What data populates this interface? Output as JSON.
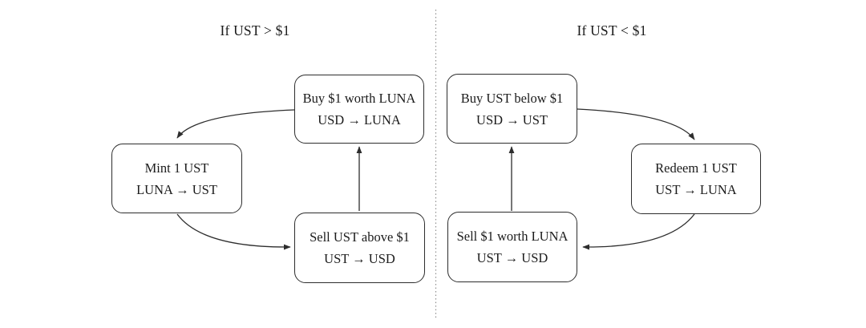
{
  "colors": {
    "background": "#ffffff",
    "box_border": "#2d2d2d",
    "text": "#1b1b1b",
    "arrow": "#2d2d2d",
    "divider": "#909090"
  },
  "left_panel": {
    "title": "If UST > $1",
    "boxes": [
      {
        "id": "buy-luna",
        "line1": "Buy $1 worth LUNA",
        "line2": "USD → LUNA"
      },
      {
        "id": "mint-ust",
        "line1": "Mint 1 UST",
        "line2": "LUNA → UST"
      },
      {
        "id": "sell-ust",
        "line1": "Sell UST above $1",
        "line2": "UST → USD"
      }
    ],
    "flows": [
      {
        "from": "buy-luna",
        "to": "mint-ust"
      },
      {
        "from": "mint-ust",
        "to": "sell-ust"
      },
      {
        "from": "sell-ust",
        "to": "buy-luna"
      }
    ]
  },
  "right_panel": {
    "title": "If UST < $1",
    "boxes": [
      {
        "id": "buy-ust",
        "line1": "Buy UST below $1",
        "line2": "USD → UST"
      },
      {
        "id": "redeem-ust",
        "line1": "Redeem 1 UST",
        "line2": "UST → LUNA"
      },
      {
        "id": "sell-luna",
        "line1": "Sell $1 worth LUNA",
        "line2": "UST → USD"
      }
    ],
    "flows": [
      {
        "from": "buy-ust",
        "to": "redeem-ust"
      },
      {
        "from": "redeem-ust",
        "to": "sell-luna"
      },
      {
        "from": "sell-luna",
        "to": "buy-ust"
      }
    ]
  }
}
